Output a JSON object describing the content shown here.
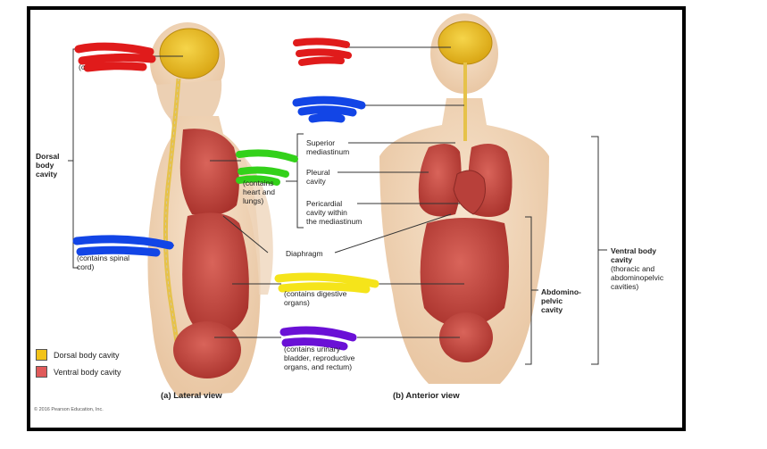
{
  "labels": {
    "cranial_hidden": "(c",
    "dorsal": [
      "Dorsal",
      "body",
      "cavity"
    ],
    "thoracic_contents": [
      "(contains",
      "heart and",
      "lungs)"
    ],
    "vertebral_contents": [
      "(contains spinal",
      "cord)"
    ],
    "diaphragm": "Diaphragm",
    "abdominal_contents": [
      "(contains digestive",
      "organs)"
    ],
    "pelvic_contents": [
      "(contains urinary",
      "bladder, reproductive",
      "organs, and rectum)"
    ],
    "superior_mediastinum": [
      "Superior",
      "mediastinum"
    ],
    "pleural": [
      "Pleural",
      "cavity"
    ],
    "pericardial": [
      "Pericardial",
      "cavity within",
      "the mediastinum"
    ],
    "abdominopelvic": [
      "Abdomino-",
      "pelvic",
      "cavity"
    ],
    "ventral": [
      "Ventral body",
      "cavity"
    ],
    "ventral_sub": [
      "(thoracic and",
      "abdominopelvic",
      "cavities)"
    ]
  },
  "legend": [
    {
      "label": "Dorsal body cavity",
      "color": "#f2c318"
    },
    {
      "label": "Ventral body cavity",
      "color": "#e05a5a"
    }
  ],
  "captions": {
    "lateral": "(a) Lateral view",
    "anterior": "(b) Anterior view",
    "copyright": "© 2016 Pearson Education, Inc."
  },
  "scribbles": {
    "red": "#e01b1b",
    "green": "#33d11a",
    "blue": "#1245e6",
    "yellow": "#f5e41a",
    "purple": "#6a10d6"
  }
}
